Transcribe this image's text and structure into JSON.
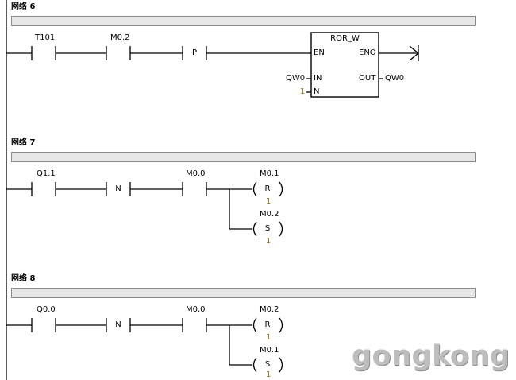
{
  "networks": [
    {
      "title": "网络 6",
      "contacts": [
        "T101",
        "M0.2"
      ],
      "edge": "P",
      "box": {
        "name": "ROR_W",
        "en": "EN",
        "eno": "ENO",
        "in_label": "IN",
        "in_operand": "QW0",
        "n_label": "N",
        "n_operand": "1",
        "out_label": "OUT",
        "out_operand": "QW0"
      }
    },
    {
      "title": "网络 7",
      "contacts": [
        "Q1.1",
        "M0.0"
      ],
      "edge": "N",
      "coils": [
        {
          "address": "M0.1",
          "op": "R",
          "count": "1"
        },
        {
          "address": "M0.2",
          "op": "S",
          "count": "1"
        }
      ]
    },
    {
      "title": "网络 8",
      "contacts": [
        "Q0.0",
        "M0.0"
      ],
      "edge": "N",
      "coils": [
        {
          "address": "M0.2",
          "op": "R",
          "count": "1"
        },
        {
          "address": "M0.1",
          "op": "S",
          "count": "1"
        }
      ]
    }
  ],
  "watermark": "gongkong"
}
